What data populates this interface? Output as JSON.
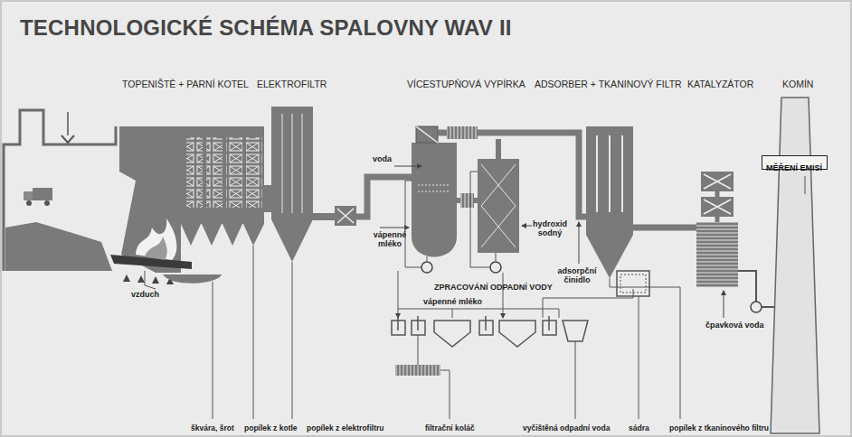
{
  "diagram": {
    "title": "TECHNOLOGICKÉ SCHÉMA SPALOVNY WAV II",
    "nodes": [
      {
        "text": [
          "MĚŘENÍ EMISÍ"
        ]
      }
    ],
    "labels": [
      "TOPENIŠTĚ + PARNÍ KOTEL",
      "ELEKTROFILTR",
      "VÍCESTUPŇOVÁ VYPÍRKA",
      "ADSORBER + TKANINOVÝ FILTR",
      "KATALYZÁTOR",
      "KOMÍN",
      "vzduch",
      "voda",
      "vápenné mléko",
      "hydroxid sodný",
      "adsorpční činidlo",
      "ZPRACOVÁNÍ ODPADNÍ VODY",
      "vápenné mléko",
      "čpavková voda",
      "škvára, šrot",
      "popílek z kotle",
      "popílek z elektrofiltru",
      "filtrační koláč",
      "vyčištěná odpadní voda",
      "sádra",
      "popílek z tkaninového filtru"
    ]
  }
}
